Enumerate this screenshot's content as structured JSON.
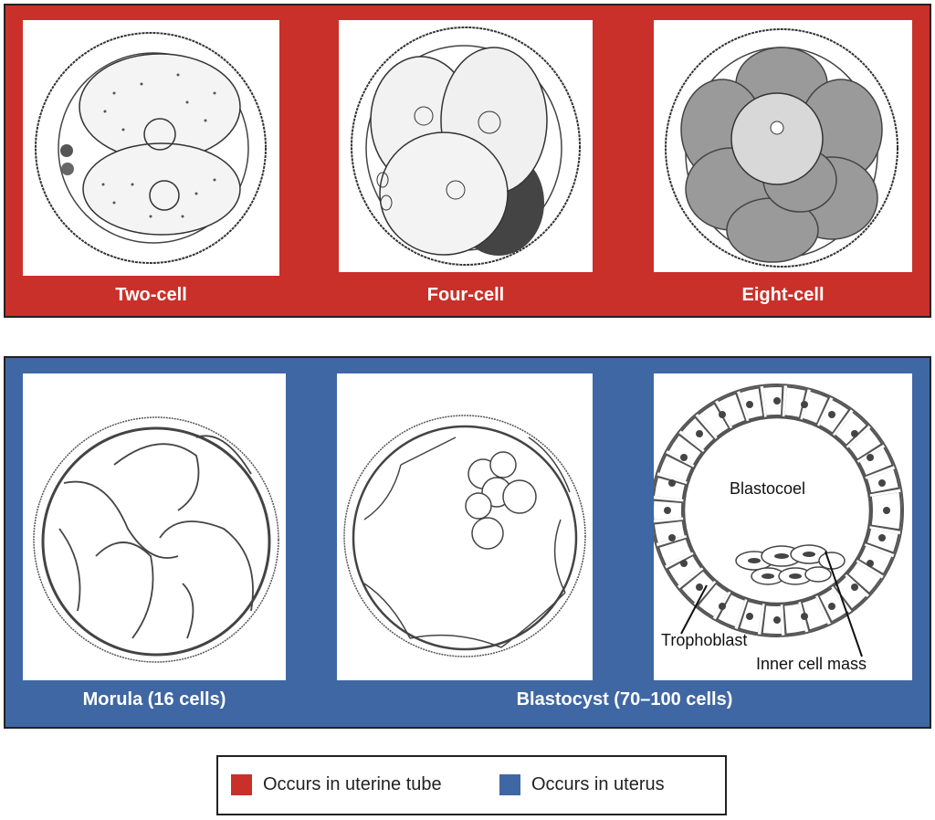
{
  "colors": {
    "uterine_tube": "#c9302a",
    "uterus": "#3f67a3",
    "border": "#222222"
  },
  "top_panel": {
    "stages": [
      {
        "label": "Two-cell"
      },
      {
        "label": "Four-cell"
      },
      {
        "label": "Eight-cell"
      }
    ]
  },
  "bottom_panel": {
    "stages": [
      {
        "label": "Morula (16 cells)"
      },
      {
        "label": "Blastocyst (70–100 cells)"
      }
    ],
    "blastocyst_callouts": {
      "cavity": "Blastocoel",
      "outer_layer": "Trophoblast",
      "inner": "Inner cell mass"
    }
  },
  "legend": {
    "items": [
      {
        "label": "Occurs in uterine tube",
        "color": "#c9302a"
      },
      {
        "label": "Occurs in uterus",
        "color": "#3f67a3"
      }
    ]
  }
}
